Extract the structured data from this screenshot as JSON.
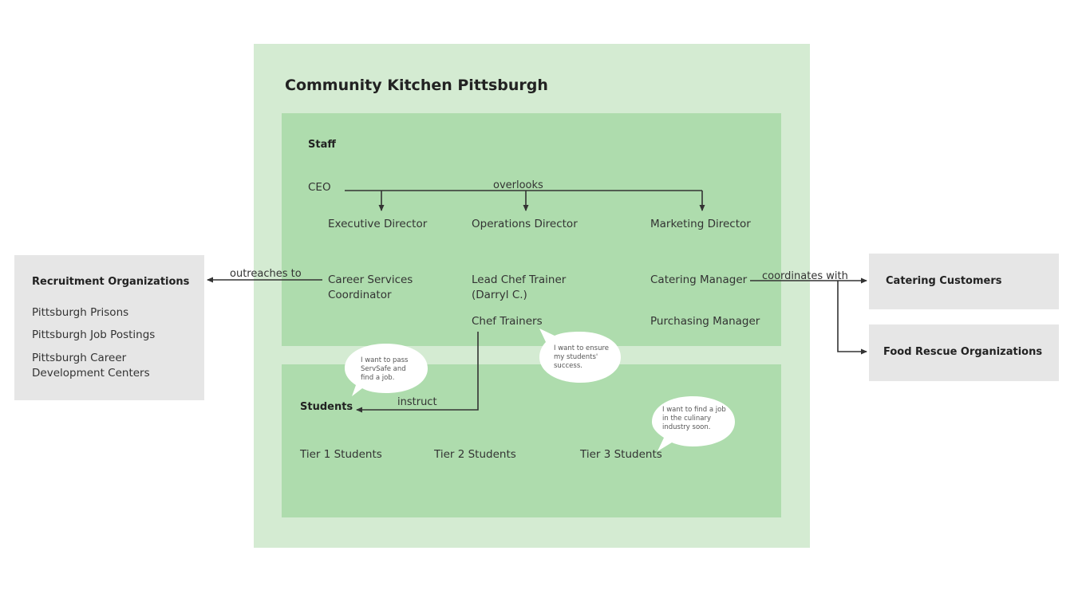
{
  "organization": {
    "title": "Community Kitchen Pittsburgh",
    "staff": {
      "heading": "Staff",
      "ceo": "CEO",
      "executive_director": "Executive Director",
      "operations_director": "Operations Director",
      "marketing_director": "Marketing Director",
      "career_services_line1": "Career Services",
      "career_services_line2": "Coordinator",
      "lead_chef_line1": "Lead Chef Trainer",
      "lead_chef_line2": "(Darryl C.)",
      "catering_manager": "Catering Manager",
      "chef_trainers": "Chef Trainers",
      "purchasing_manager": "Purchasing Manager"
    },
    "students": {
      "heading": "Students",
      "tier1": "Tier 1 Students",
      "tier2": "Tier 2 Students",
      "tier3": "Tier 3 Students"
    }
  },
  "edges": {
    "overlooks": "overlooks",
    "outreaches_to": "outreaches to",
    "coordinates_with": "coordinates with",
    "instruct": "instruct"
  },
  "recruitment": {
    "heading": "Recruitment Organizations",
    "items": [
      "Pittsburgh Prisons",
      "Pittsburgh Job Postings"
    ],
    "career_line1": "Pittsburgh Career",
    "career_line2": "Development Centers"
  },
  "catering_customers": "Catering Customers",
  "food_rescue": "Food Rescue Organizations",
  "bubbles": {
    "tier1": [
      "I want to pass",
      "ServSafe and",
      "find a job."
    ],
    "chef": [
      "I want to ensure",
      "my students'",
      "success."
    ],
    "tier3": [
      "I want to find a job",
      "in the culinary",
      "industry soon."
    ]
  }
}
